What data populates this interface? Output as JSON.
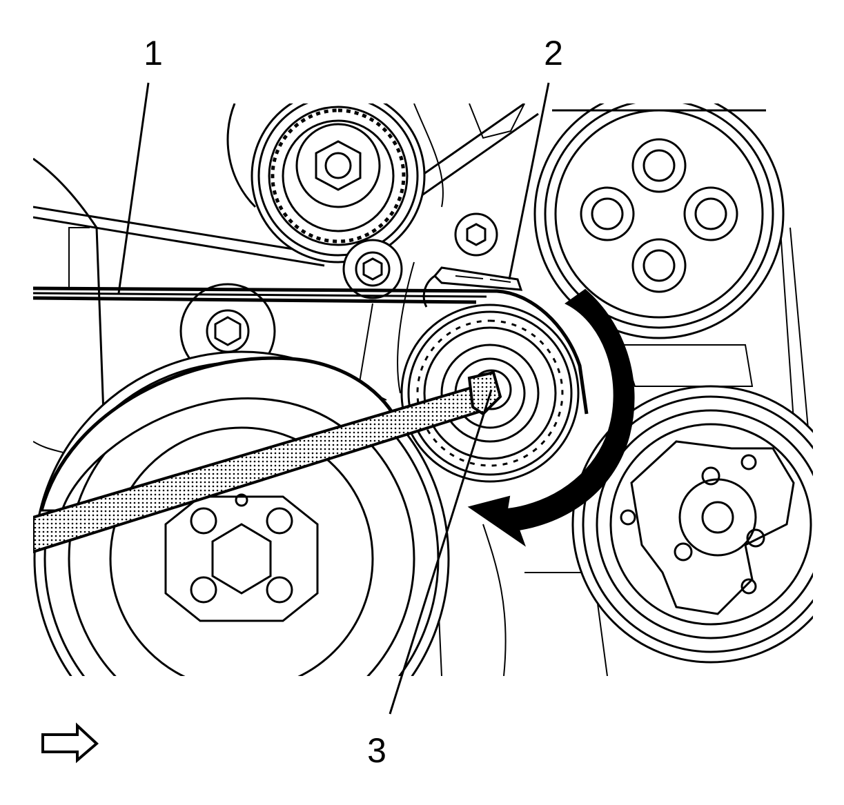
{
  "callouts": {
    "c1": "1",
    "c2": "2",
    "c3": "3"
  },
  "icons": {
    "view_direction": "view-direction-arrow-icon",
    "rotation": "rotation-direction-arrow-icon"
  },
  "colors": {
    "ink": "#000000",
    "paper": "#ffffff"
  }
}
